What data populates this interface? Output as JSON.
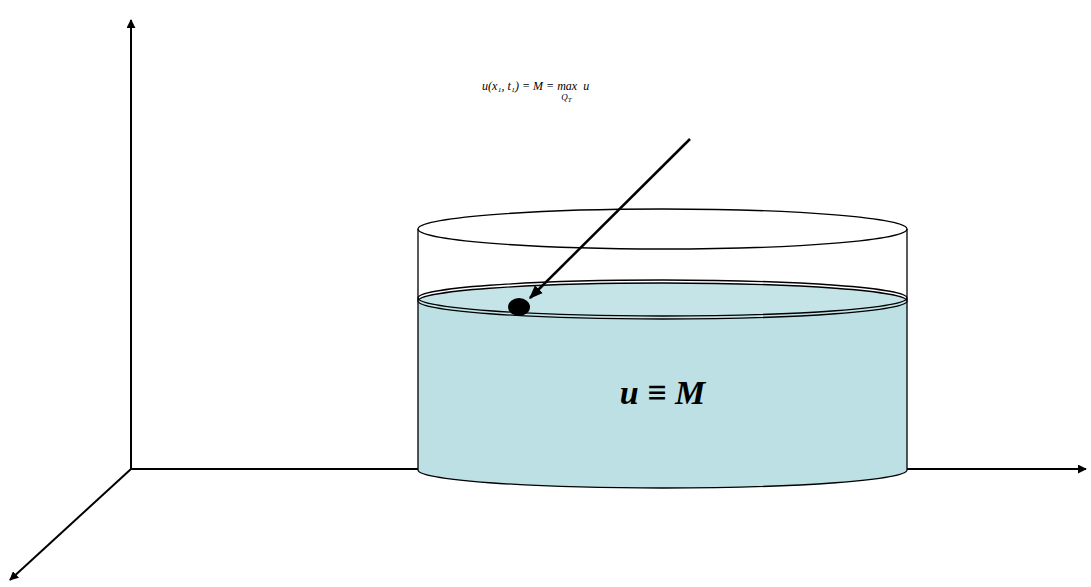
{
  "diagram": {
    "nodes": [
      {
        "text": [
          "u ≡ M"
        ]
      }
    ],
    "labels": [
      "u(x₁, t₁) = M = max",
      "Q",
      "T",
      "u"
    ]
  }
}
